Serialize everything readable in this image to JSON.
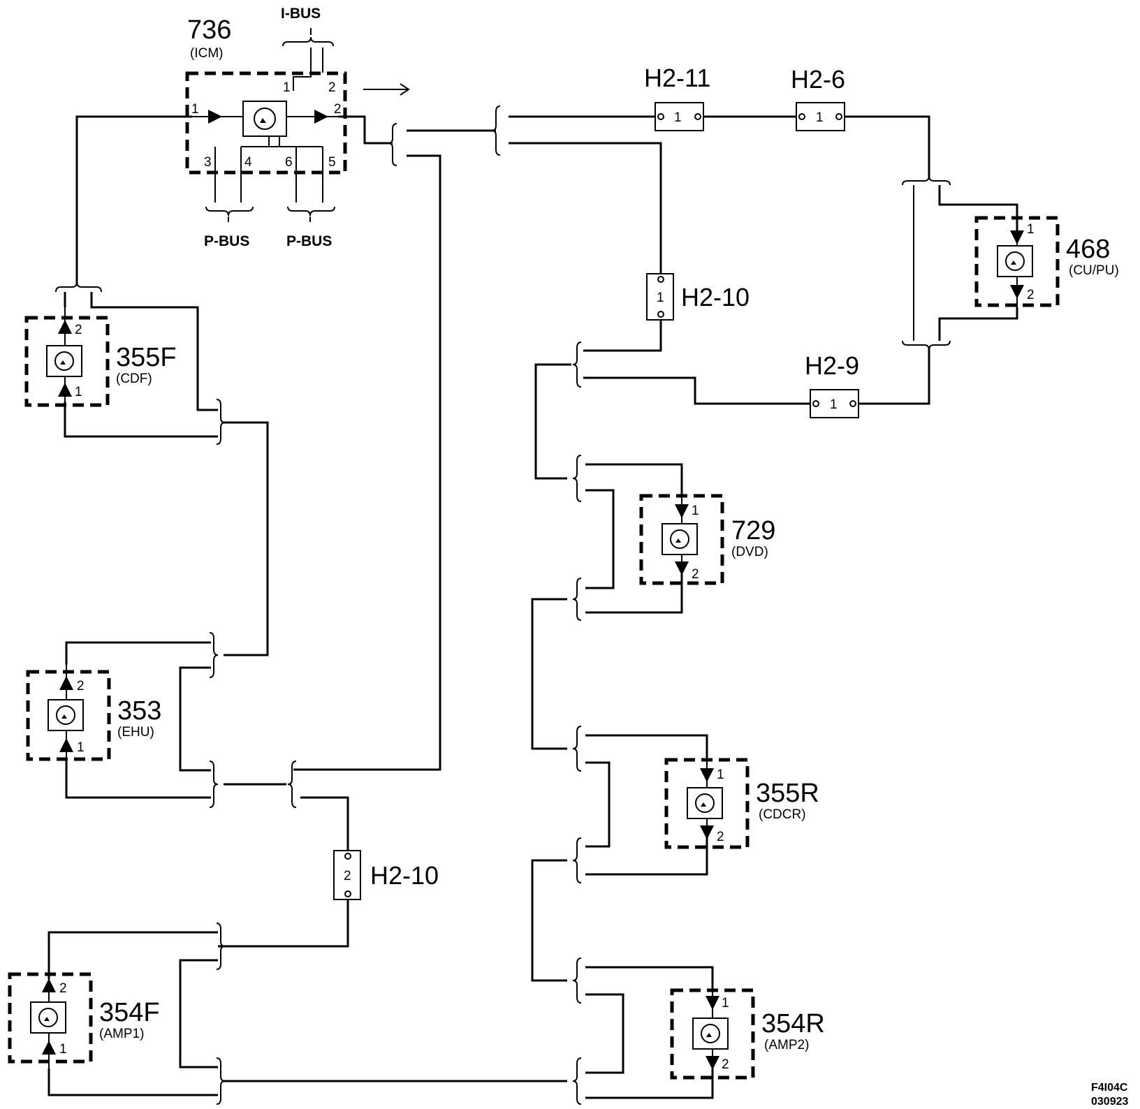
{
  "modules": {
    "icm": {
      "id": "736",
      "name": "(ICM)",
      "pins": [
        "1",
        "2",
        "3",
        "4",
        "6",
        "5"
      ],
      "bus_pins": [
        "1",
        "2"
      ]
    },
    "cdf": {
      "id": "355F",
      "name": "(CDF)",
      "pin_in": "1",
      "pin_out": "2"
    },
    "ehu": {
      "id": "353",
      "name": "(EHU)",
      "pin_in": "1",
      "pin_out": "2"
    },
    "amp1": {
      "id": "354F",
      "name": "(AMP1)",
      "pin_in": "1",
      "pin_out": "2"
    },
    "cupu": {
      "id": "468",
      "name": "(CU/PU)",
      "pin_in": "1",
      "pin_out": "2"
    },
    "dvd": {
      "id": "729",
      "name": "(DVD)",
      "pin_in": "1",
      "pin_out": "2"
    },
    "cdcr": {
      "id": "355R",
      "name": "(CDCR)",
      "pin_in": "1",
      "pin_out": "2"
    },
    "amp2": {
      "id": "354R",
      "name": "(AMP2)",
      "pin_in": "1",
      "pin_out": "2"
    }
  },
  "buses": {
    "i_bus": "I-BUS",
    "p_bus_left": "P-BUS",
    "p_bus_right": "P-BUS"
  },
  "connectors": {
    "h2_11": {
      "label": "H2-11",
      "pin": "1"
    },
    "h2_6": {
      "label": "H2-6",
      "pin": "1"
    },
    "h2_10_upper": {
      "label": "H2-10",
      "pin": "1"
    },
    "h2_9": {
      "label": "H2-9",
      "pin": "1"
    },
    "h2_10_lower": {
      "label": "H2-10",
      "pin": "2"
    }
  },
  "footer": {
    "figure_code": "F4I04C",
    "date_code": "030923"
  }
}
